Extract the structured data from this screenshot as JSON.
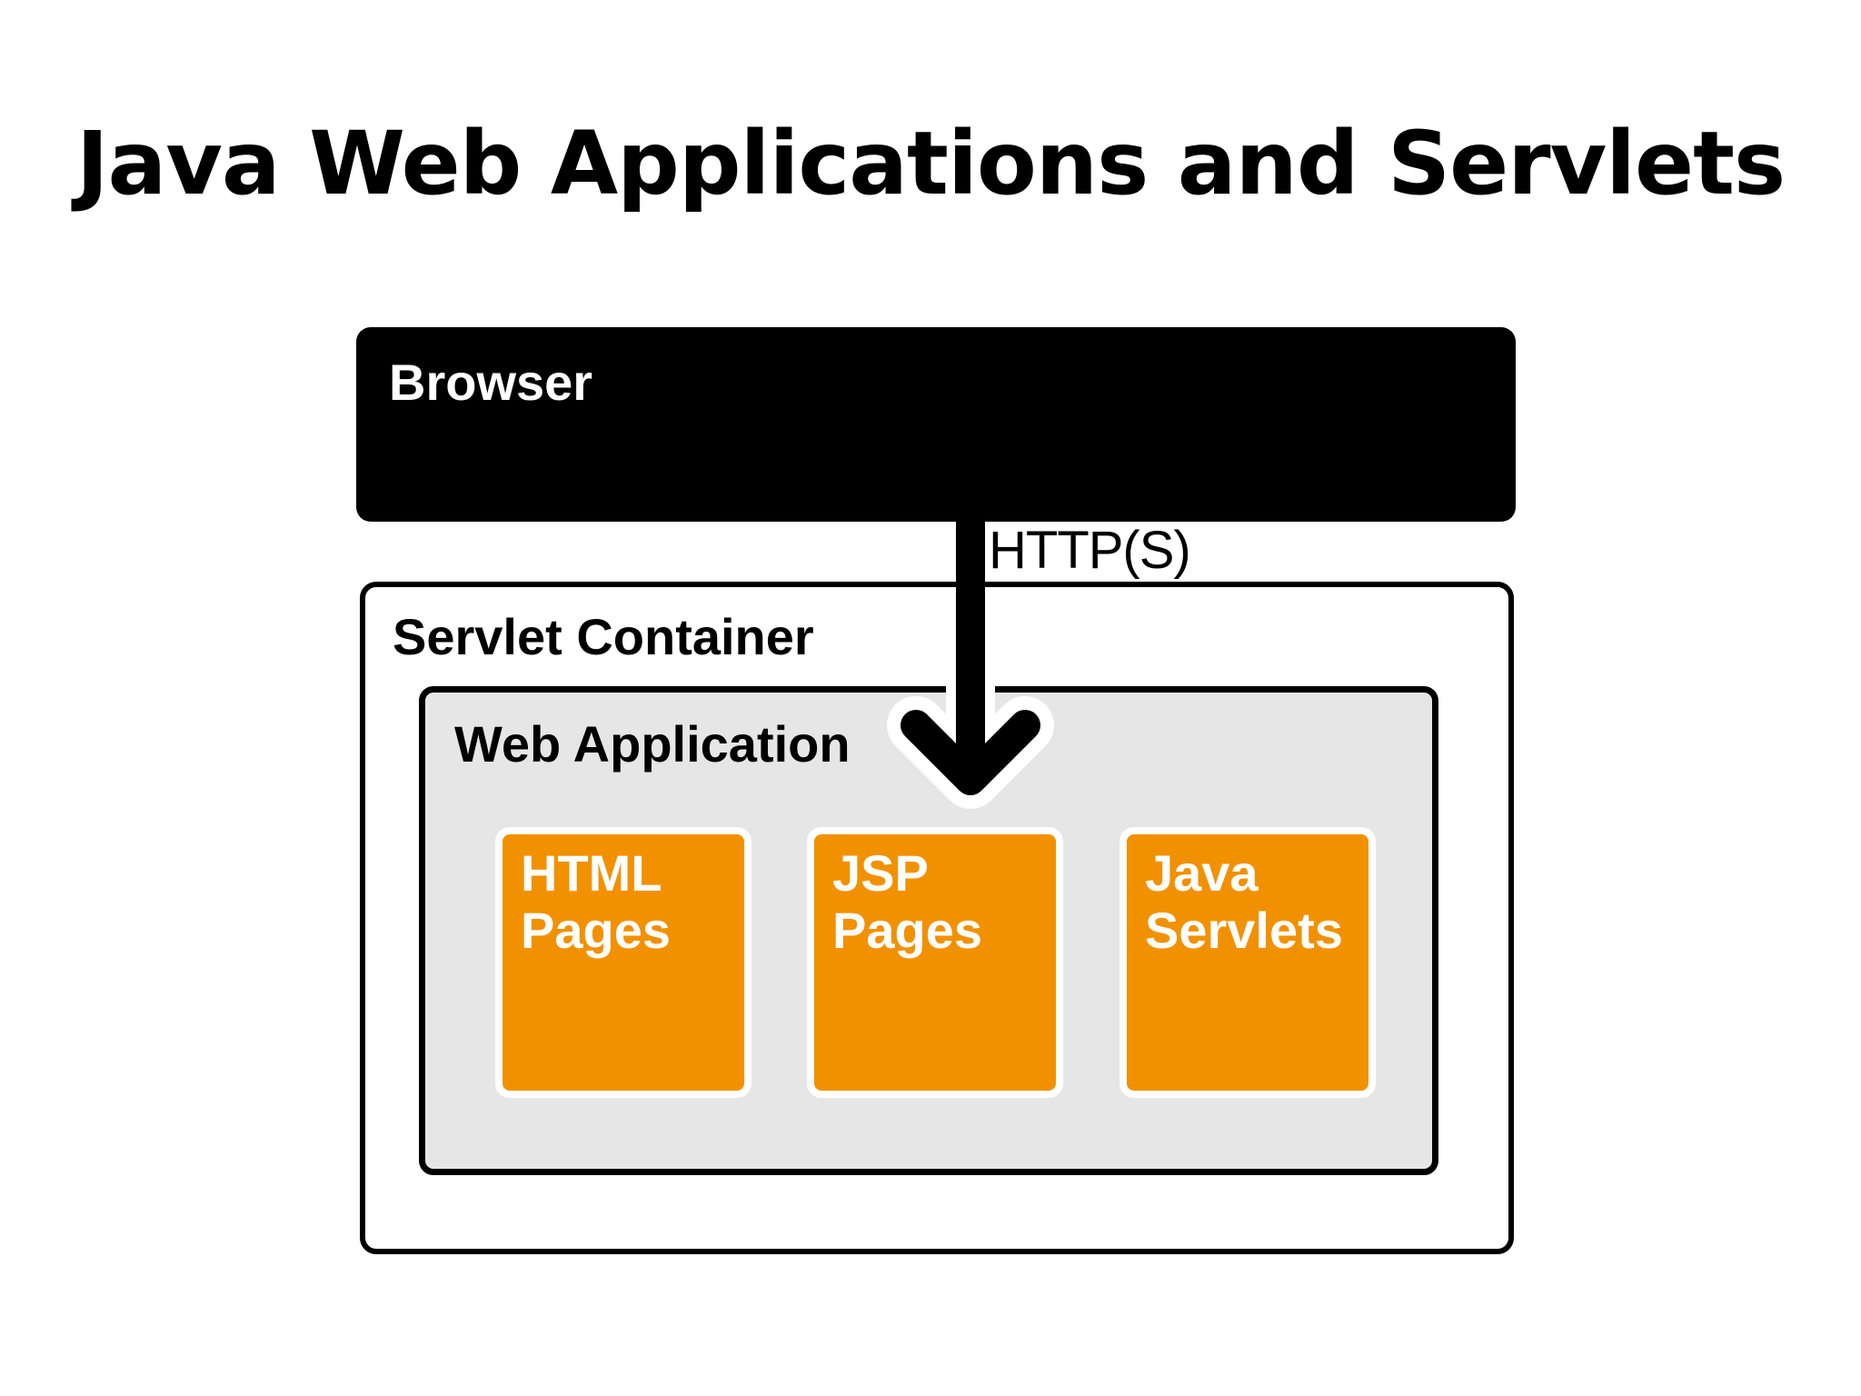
{
  "slide": {
    "title": "Java Web Applications and Servlets"
  },
  "diagram": {
    "browser_label": "Browser",
    "protocol_label": "HTTP(S)",
    "container_label": "Servlet Container",
    "webapp_label": "Web Application",
    "components": [
      {
        "label": "HTML\nPages"
      },
      {
        "label": "JSP\nPages"
      },
      {
        "label": "Java\nServlets"
      }
    ]
  },
  "colors": {
    "component_fill": "#f29100",
    "webapp_fill": "#e6e6e6",
    "browser_fill": "#000000"
  }
}
